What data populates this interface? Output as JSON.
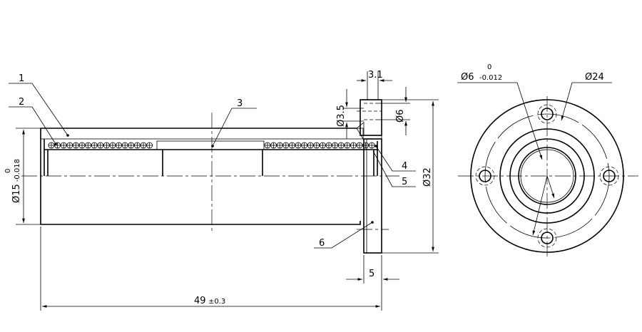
{
  "drawing": {
    "balloons": [
      "1",
      "2",
      "3",
      "4",
      "5",
      "6"
    ],
    "dimensions": {
      "length": "49",
      "length_tol": "±0.3",
      "bore_dia": "Ø15",
      "bore_tol_upper": "0",
      "bore_tol_lower": "-0.018",
      "flange_dia": "Ø32",
      "flange_thickness": "5",
      "lube_width": "3.1",
      "lube_hole": "Ø3.5",
      "lube_counterbore": "Ø6",
      "shaft_dia": "Ø6",
      "shaft_tol_upper": "0",
      "shaft_tol_lower": "-0.012",
      "bolt_circle": "Ø24"
    }
  }
}
